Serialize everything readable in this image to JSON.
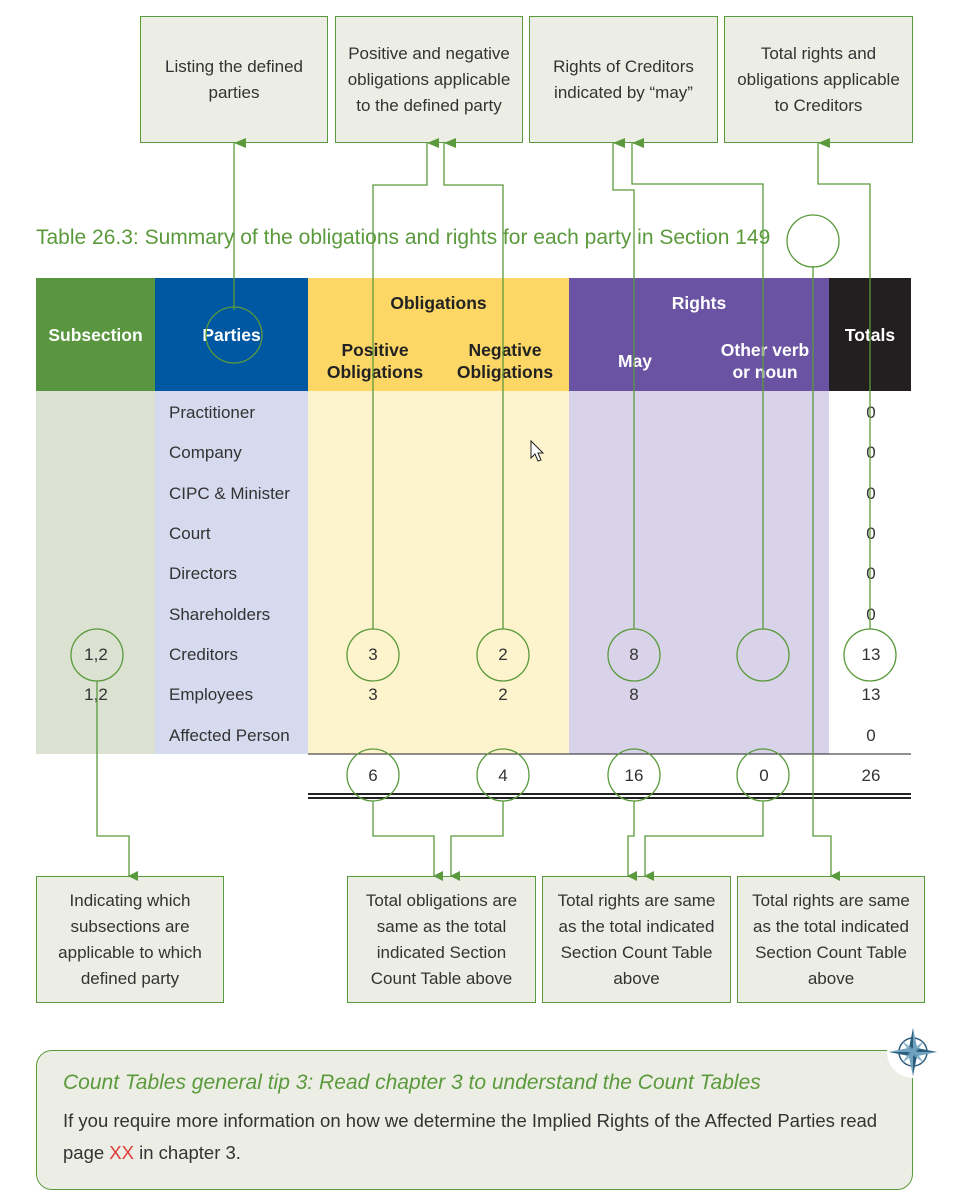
{
  "top_boxes": [
    "Listing the defined parties",
    "Positive and negative obligations applicable to the defined party",
    "Rights of Creditors indicated by “may”",
    "Total rights and obligations applicable to Creditors"
  ],
  "caption": "Table 26.3: Summary of the obligations and rights for each party in Section 149",
  "table": {
    "headers": {
      "subsection": "Subsection",
      "parties": "Parties",
      "obligations": "Obligations",
      "positive": "Positive Obligations",
      "negative": "Negative Obligations",
      "rights": "Rights",
      "may": "May",
      "other": "Other verb or noun",
      "totals": "Totals"
    },
    "rows": [
      {
        "subsection": "",
        "party": "Practitioner",
        "positive": "",
        "negative": "",
        "may": "",
        "other": "",
        "total": "0"
      },
      {
        "subsection": "",
        "party": "Company",
        "positive": "",
        "negative": "",
        "may": "",
        "other": "",
        "total": "0"
      },
      {
        "subsection": "",
        "party": "CIPC & Minister",
        "positive": "",
        "negative": "",
        "may": "",
        "other": "",
        "total": "0"
      },
      {
        "subsection": "",
        "party": "Court",
        "positive": "",
        "negative": "",
        "may": "",
        "other": "",
        "total": "0"
      },
      {
        "subsection": "",
        "party": "Directors",
        "positive": "",
        "negative": "",
        "may": "",
        "other": "",
        "total": "0"
      },
      {
        "subsection": "",
        "party": "Shareholders",
        "positive": "",
        "negative": "",
        "may": "",
        "other": "",
        "total": "0"
      },
      {
        "subsection": "1,2",
        "party": "Creditors",
        "positive": "3",
        "negative": "2",
        "may": "8",
        "other": "",
        "total": "13"
      },
      {
        "subsection": "1,2",
        "party": "Employees",
        "positive": "3",
        "negative": "2",
        "may": "8",
        "other": "",
        "total": "13"
      },
      {
        "subsection": "",
        "party": "Affected Person",
        "positive": "",
        "negative": "",
        "may": "",
        "other": "",
        "total": "0"
      }
    ],
    "column_totals": {
      "positive": "6",
      "negative": "4",
      "may": "16",
      "other": "0",
      "total": "26"
    }
  },
  "bottom_boxes": [
    "Indicating which subsections are applicable to which defined party",
    "Total obligations are same as the total indicated Section Count Table above",
    "Total rights are same as the total indicated Section Count Table above",
    "Total rights are same as the total indicated Section Count Table above"
  ],
  "tip": {
    "title": "Count Tables general tip 3: Read chapter 3 to understand the Count Tables",
    "body_before": "If you require more information on how we determine the Implied Rights of the Affected Parties read page ",
    "body_link": "XX",
    "body_after": " in chapter 3."
  },
  "icons": [
    "compass-icon",
    "mouse-pointer-icon"
  ],
  "colors": {
    "subsection_header": "#5a9640",
    "parties_header": "#0058a3",
    "obligations_header": "#fcd765",
    "rights_header": "#6b53a3",
    "totals_header": "#231f20",
    "subsection_body": "#dbe2d2",
    "parties_body": "#d6daee",
    "obligations_body": "#fdf3cc",
    "rights_body": "#d8d3e8",
    "annotation_green": "#5a9a3c"
  }
}
